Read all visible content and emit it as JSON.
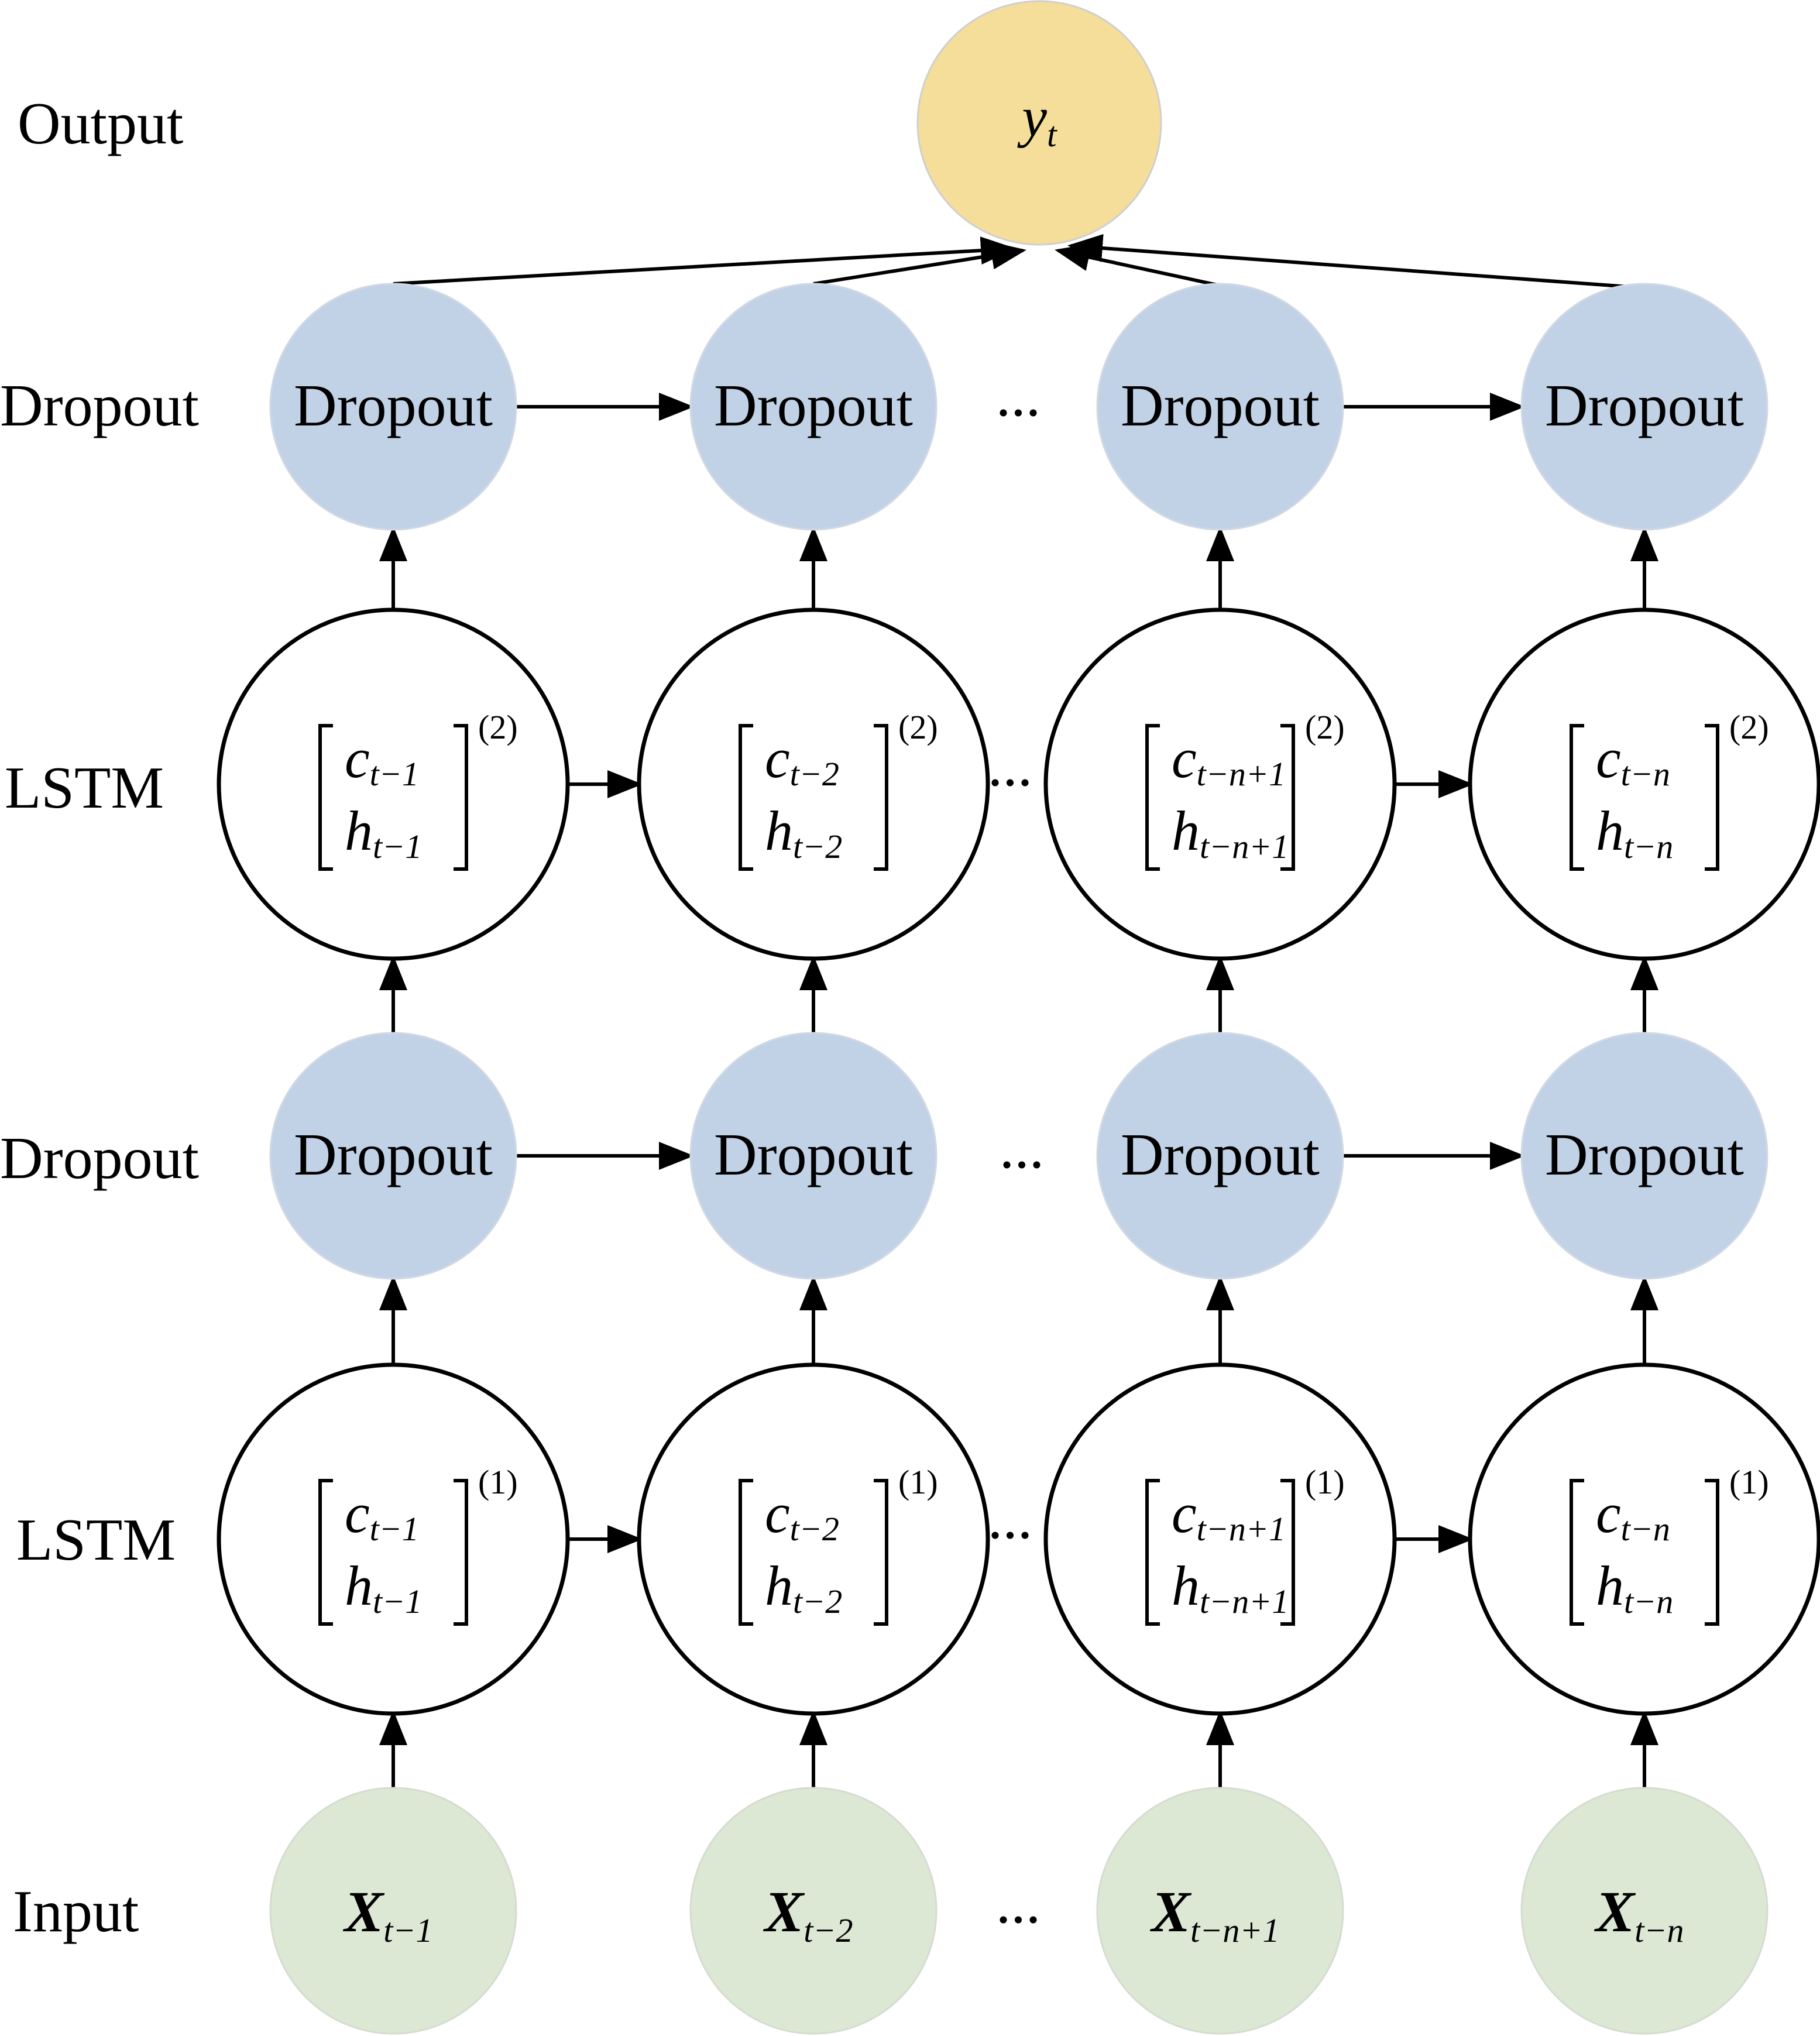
{
  "row_labels": {
    "output": "Output",
    "dropout_upper": "Dropout",
    "lstm_upper": "LSTM",
    "dropout_lower": "Dropout",
    "lstm_lower": "LSTM",
    "input": "Input"
  },
  "output_node": {
    "symbol": "y",
    "subscript": "t"
  },
  "dropout_node_label": "Dropout",
  "ellipsis": "...",
  "columns": [
    {
      "sub_c": "t−1",
      "sub_h": "t−1",
      "input_sub": "t−1"
    },
    {
      "sub_c": "t−2",
      "sub_h": "t−2",
      "input_sub": "t−2"
    },
    {
      "sub_c": "t−n+1",
      "sub_h": "t−n+1",
      "input_sub": "t−n+1"
    },
    {
      "sub_c": "t−n",
      "sub_h": "t−n",
      "input_sub": "t−n"
    }
  ],
  "lstm_layers": [
    {
      "superscript": "(2)"
    },
    {
      "superscript": "(1)"
    }
  ],
  "state_symbols": {
    "cell": "c",
    "hidden": "h",
    "input": "X"
  },
  "colors": {
    "output_fill": "#f5de9a",
    "dropout_fill": "#c2d2e6",
    "input_fill": "#dce8d4",
    "lstm_fill": "#ffffff",
    "stroke": "#000000"
  }
}
